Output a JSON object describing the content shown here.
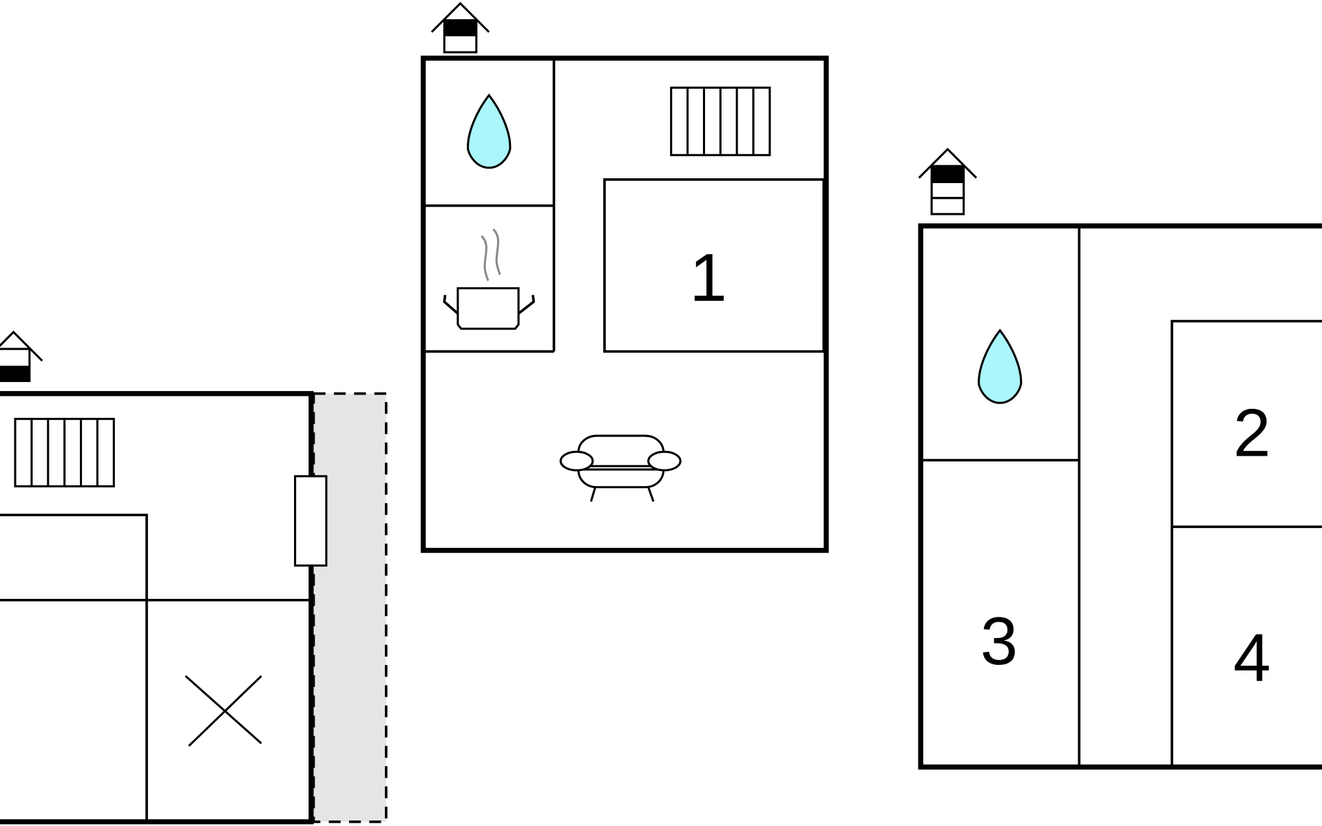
{
  "floorplan": {
    "rooms": [
      {
        "label": "1"
      },
      {
        "label": "2"
      },
      {
        "label": "3"
      },
      {
        "label": "4"
      }
    ],
    "colors": {
      "water": "#aaf6fb",
      "terrace": "#e5e5e5",
      "steam": "#888888"
    },
    "icons": [
      "house-floor-icon",
      "bathroom-icon",
      "kitchen-icon",
      "living-room-icon",
      "radiator-icon",
      "terrace-icon"
    ]
  }
}
